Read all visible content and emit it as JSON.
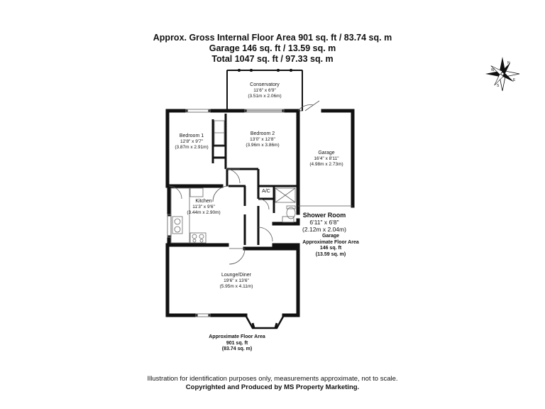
{
  "header": {
    "line1": "Approx. Gross Internal Floor Area 901 sq. ft / 83.74 sq. m",
    "line2": "Garage 146 sq. ft / 13.59 sq. m",
    "line3": "Total 1047 sq. ft / 97.33 sq. m"
  },
  "rooms": {
    "conservatory": {
      "name": "Conservatory",
      "imperial": "11'6\" x 6'9\"",
      "metric": "(3.51m x 2.06m)"
    },
    "bedroom1": {
      "name": "Bedroom 1",
      "imperial": "12'8\" x 9'7\"",
      "metric": "(3.87m x 2.91m)"
    },
    "bedroom2": {
      "name": "Bedroom 2",
      "imperial": "13'0\" x 12'8\"",
      "metric": "(3.96m x 3.86m)"
    },
    "garage": {
      "name": "Garage",
      "imperial": "16'4\" x 8'11\"",
      "metric": "(4.98m x 2.73m)"
    },
    "kitchen": {
      "name": "Kitchen",
      "imperial": "11'3\" x 9'6\"",
      "metric": "(3.44m x 2.90m)"
    },
    "shower": {
      "name": "Shower Room",
      "imperial": "6'11\" x 6'8\"",
      "metric": "(2.12m x 2.04m)"
    },
    "lounge": {
      "name": "Lounge/Diner",
      "imperial": "19'6\" x 13'6\"",
      "metric": "(5.95m x 4.11m)"
    },
    "ac": {
      "name": "A/C"
    }
  },
  "garage_area": {
    "l1": "Garage",
    "l2": "Approximate Floor Area",
    "l3": "146 sq. ft",
    "l4": "(13.59 sq. m)"
  },
  "main_area": {
    "l1": "Approximate Floor Area",
    "l2": "901 sq. ft",
    "l3": "(83.74 sq. m)"
  },
  "compass": {
    "n": "N",
    "s": "S",
    "e": "E",
    "w": "W"
  },
  "footer": {
    "line1": "Illustration for identification purposes only, measurements approximate, not to scale.",
    "line2": "Copyrighted  and Produced by MS Property Marketing."
  }
}
